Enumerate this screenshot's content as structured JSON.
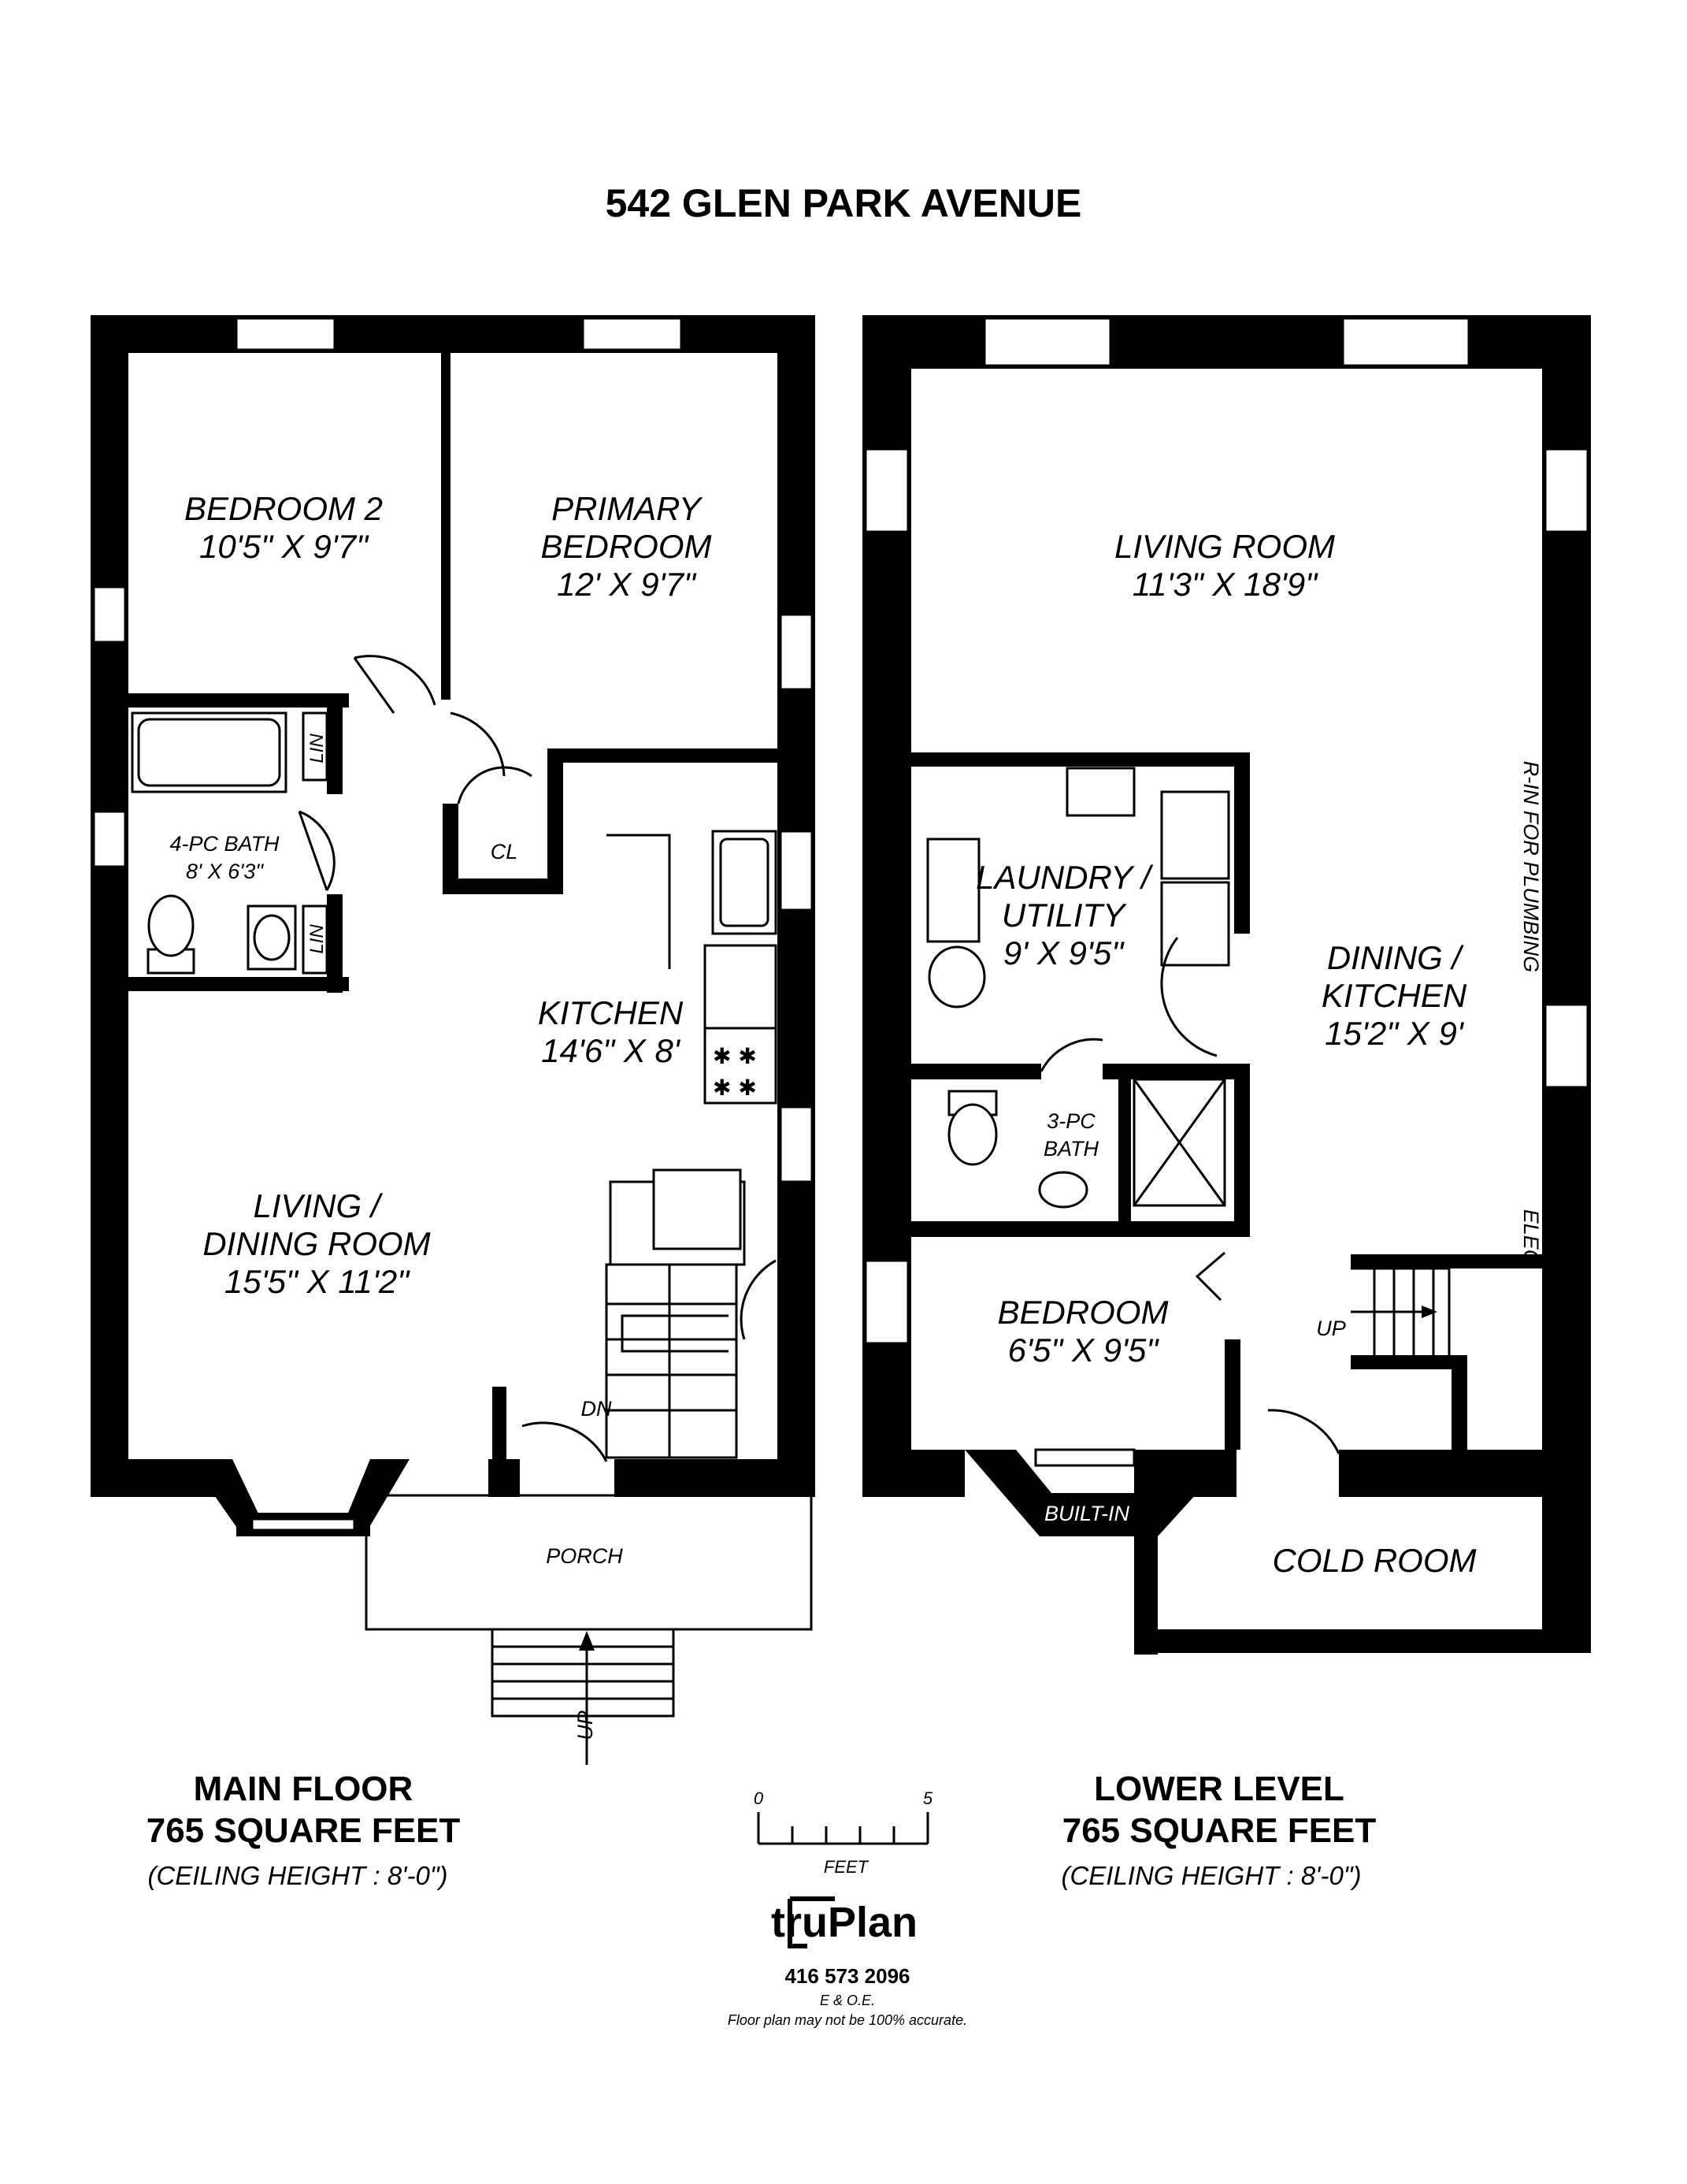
{
  "title": "542 GLEN PARK AVENUE",
  "main_floor": {
    "heading": "MAIN FLOOR",
    "area": "765 SQUARE FEET",
    "ceiling": "(CEILING HEIGHT : 8'-0\")",
    "rooms": {
      "bedroom2_name": "BEDROOM 2",
      "bedroom2_size": "10'5\" X 9'7\"",
      "primary_name_1": "PRIMARY",
      "primary_name_2": "BEDROOM",
      "primary_size": "12' X 9'7\"",
      "bath_name": "4-PC BATH",
      "bath_size": "8' X 6'3\"",
      "lin": "LIN",
      "closet": "CL",
      "kitchen_name": "KITCHEN",
      "kitchen_size": "14'6\" X 8'",
      "living_name_1": "LIVING /",
      "living_name_2": "DINING ROOM",
      "living_size": "15'5\" X 11'2\"",
      "porch": "PORCH",
      "down": "DN",
      "up": "UP"
    }
  },
  "lower_level": {
    "heading": "LOWER LEVEL",
    "area": "765 SQUARE FEET",
    "ceiling": "(CEILING HEIGHT : 8'-0\")",
    "rooms": {
      "living_name": "LIVING ROOM",
      "living_size": "11'3\" X 18'9\"",
      "laundry_name_1": "LAUNDRY /",
      "laundry_name_2": "UTILITY",
      "laundry_size": "9' X 9'5\"",
      "dining_name_1": "DINING /",
      "dining_name_2": "KITCHEN",
      "dining_size": "15'2\" X 9'",
      "bath_name_1": "3-PC",
      "bath_name_2": "BATH",
      "bedroom_name": "BEDROOM",
      "bedroom_size": "6'5\" X 9'5\"",
      "builtin": "BUILT-IN",
      "cold_room": "COLD ROOM",
      "rin_plumbing": "R-IN FOR PLUMBING",
      "elec": "ELEC",
      "up": "UP"
    }
  },
  "scale": {
    "start": "0",
    "end": "5",
    "unit": "FEET"
  },
  "brand": {
    "logo": "truPlan",
    "phone": "416 573 2096",
    "eoe": "E & O.E.",
    "disclaimer": "Floor plan may not be 100% accurate."
  }
}
